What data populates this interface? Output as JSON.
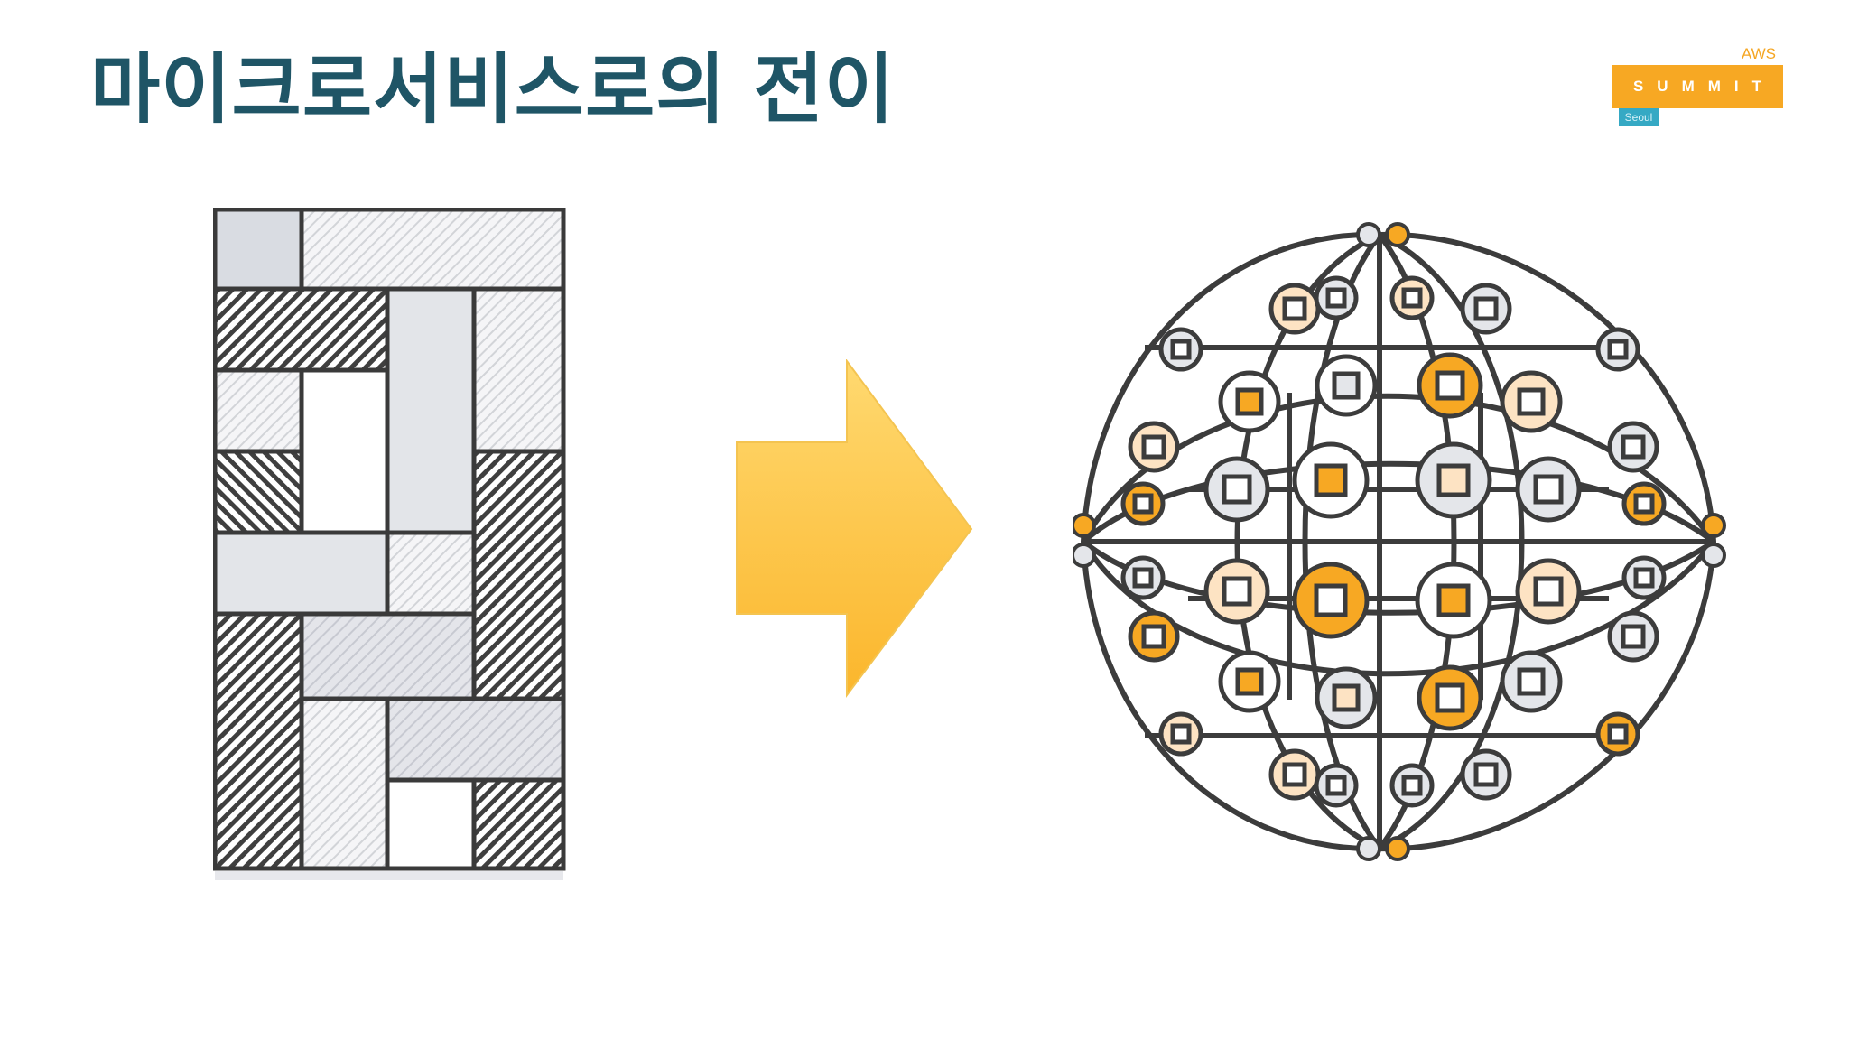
{
  "slide": {
    "title": "마이크로서비스로의 전이"
  },
  "logo": {
    "aws": "AWS",
    "summit": "SUMMIT",
    "city": "Seoul"
  },
  "colors": {
    "title": "#1f5566",
    "accent_orange": "#f7a823",
    "dark_gray": "#3b3b3b",
    "light_gray": "#e4e6ea",
    "peach": "#fde3c3",
    "arrow_top": "#ffd970",
    "arrow_bottom": "#fbb62c",
    "logo_city": "#35a9c4"
  },
  "icons": {
    "arrow": "right-arrow-icon",
    "monolith": "monolith-icon",
    "microservices": "microservices-mesh-icon"
  }
}
